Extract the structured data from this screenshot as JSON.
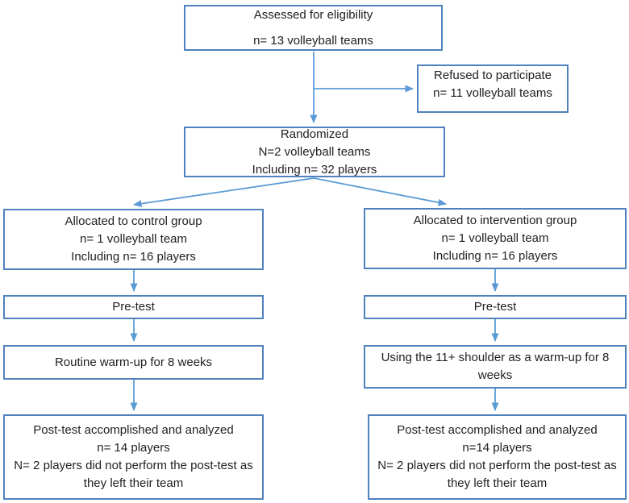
{
  "colors": {
    "box_border": "#4f81bd",
    "arrow": "#5b9bd5",
    "text": "#212121",
    "background": "#ffffff"
  },
  "boxes": {
    "eligibility": {
      "lines": [
        "Assessed for eligibility",
        "n= 13 volleyball teams"
      ]
    },
    "refused": {
      "lines": [
        "Refused to participate",
        "n= 11 volleyball teams"
      ]
    },
    "randomized": {
      "lines": [
        "Randomized",
        "N=2 volleyball teams",
        "Including n= 32 players"
      ]
    },
    "control_allocation": {
      "lines": [
        "Allocated to control group",
        "n= 1 volleyball team",
        "Including n= 16 players"
      ]
    },
    "intervention_allocation": {
      "lines": [
        "Allocated to intervention group",
        "n= 1 volleyball team",
        "Including n= 16 players"
      ]
    },
    "pretest_left": {
      "lines": [
        "Pre-test"
      ]
    },
    "pretest_right": {
      "lines": [
        "Pre-test"
      ]
    },
    "warmup_left": {
      "lines": [
        "Routine warm-up for 8 weeks"
      ]
    },
    "warmup_right": {
      "lines": [
        "Using the 11+ shoulder as a warm-up for 8",
        "weeks"
      ]
    },
    "posttest_left": {
      "lines": [
        "Post-test accomplished and analyzed",
        "n= 14 players",
        "N= 2 players did not perform the post-test as",
        "they left their team"
      ]
    },
    "posttest_right": {
      "lines": [
        "Post-test accomplished and analyzed",
        "n=14 players",
        "N= 2 players did not perform the post-test as",
        "they left their team"
      ]
    }
  }
}
